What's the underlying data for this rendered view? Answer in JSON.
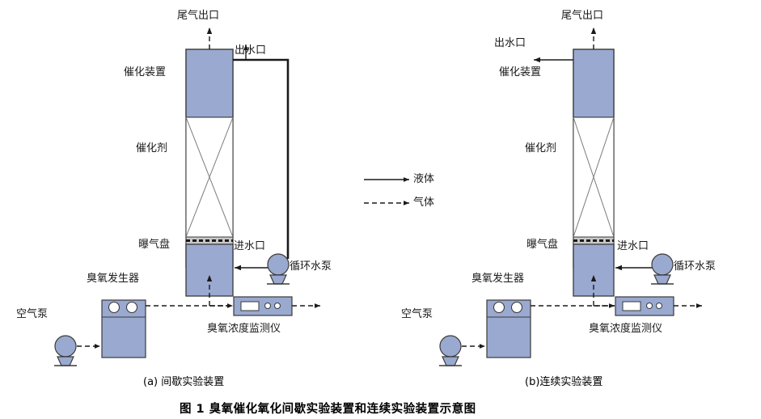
{
  "figure": {
    "caption": "图 1    臭氧催化氧化间歇实验装置和连续实验装置示意图",
    "subcaption_a": "(a) 间歇实验装置",
    "subcaption_b": "(b)连续实验装置"
  },
  "legend": {
    "liquid": "液体",
    "gas": "气体"
  },
  "colors": {
    "equipment_fill": "#9aa9cf",
    "stroke": "#3a3a3a",
    "aeration_plate": "#2b2b2b",
    "background": "#ffffff"
  },
  "diagram_a": {
    "labels": {
      "tail_gas_outlet": "尾气出口",
      "water_outlet": "出水口",
      "catalytic_device": "催化装置",
      "catalyst": "催化剂",
      "aeration_plate": "曝气盘",
      "water_inlet": "进水口",
      "circulating_pump": "循环水泵",
      "ozone_generator": "臭氧发生器",
      "air_pump": "空气泵",
      "ozone_monitor": "臭氧浓度监测仪"
    }
  },
  "diagram_b": {
    "labels": {
      "tail_gas_outlet": "尾气出口",
      "water_outlet": "出水口",
      "catalytic_device": "催化装置",
      "catalyst": "催化剂",
      "aeration_plate": "曝气盘",
      "water_inlet": "进水口",
      "circulating_pump": "循环水泵",
      "ozone_generator": "臭氧发生器",
      "air_pump": "空气泵",
      "ozone_monitor": "臭氧浓度监测仪"
    }
  }
}
